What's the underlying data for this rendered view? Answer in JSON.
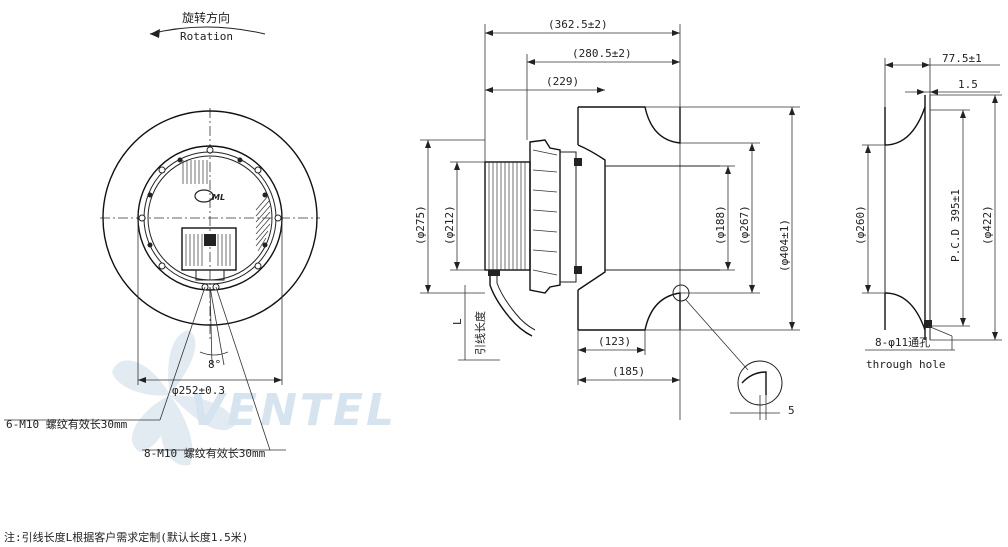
{
  "front_view": {
    "rotation_cn": "旋转方向",
    "rotation_en": "Rotation",
    "angle": "8°",
    "bolt_circle": "φ252±0.3",
    "label_6m10": "6-M10 螺纹有效长30mm",
    "label_8m10": "8-M10 螺纹有效长30mm"
  },
  "side_view": {
    "dim_362": "(362.5±2)",
    "dim_280": "(280.5±2)",
    "dim_229": "(229)",
    "dim_275": "(φ275)",
    "dim_212": "(φ212)",
    "dim_188": "(φ188)",
    "dim_267": "(φ267)",
    "dim_404": "(φ404±1)",
    "dim_123": "(123)",
    "dim_185": "(185)",
    "dim_5": "5",
    "lead_L": "L",
    "lead_label": "引线长度"
  },
  "ring_view": {
    "dim_77": "77.5±1",
    "dim_1_5": "1.5",
    "dim_260": "(φ260)",
    "pcd": "P.C.D 395±1",
    "dim_422": "(φ422)",
    "holes": "8-φ11通孔",
    "holes_en": "through hole"
  },
  "watermark": "VENTEL",
  "note": "注:引线长度L根据客户需求定制(默认长度1.5米)",
  "colors": {
    "line": "#222222",
    "watermark": "#d6e4ef"
  }
}
